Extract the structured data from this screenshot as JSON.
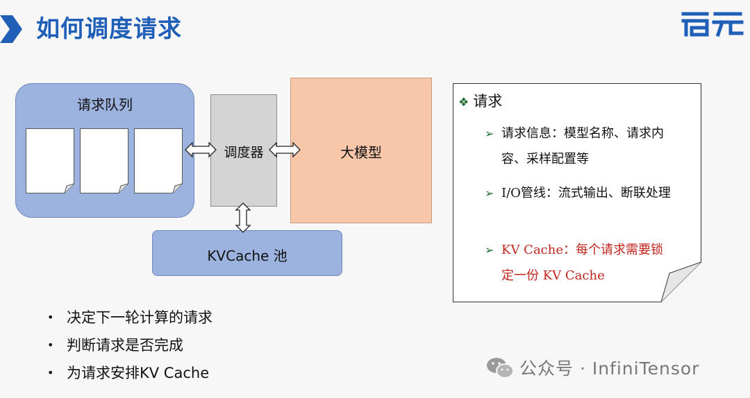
{
  "header": {
    "title": "如何调度请求",
    "logo_text": "启元"
  },
  "diagram": {
    "queue_label": "请求队列",
    "scheduler_label": "调度器",
    "model_label": "大模型",
    "kv_pool_label": "KVCache 池"
  },
  "note": {
    "heading": "请求",
    "bullets": [
      {
        "text": "请求信息：模型名称、请求内容、采样配置等"
      },
      {
        "text": "I/O管线：流式输出、断联处理"
      },
      {
        "text": "KV Cache：每个请求需要锁定一份 KV Cache"
      }
    ]
  },
  "points": [
    "决定下一轮计算的请求",
    "判断请求是否完成",
    "为请求安排KV Cache"
  ],
  "footer": {
    "text": "公众号 · InfiniTensor"
  },
  "colors": {
    "title": "#1f5fb8",
    "box_blue": "#9db3df",
    "scheduler_gray": "#d4d4d4",
    "model_orange": "#f8c7aa",
    "bullet_green": "#1e6b2e",
    "highlight_red": "#c0241c"
  }
}
